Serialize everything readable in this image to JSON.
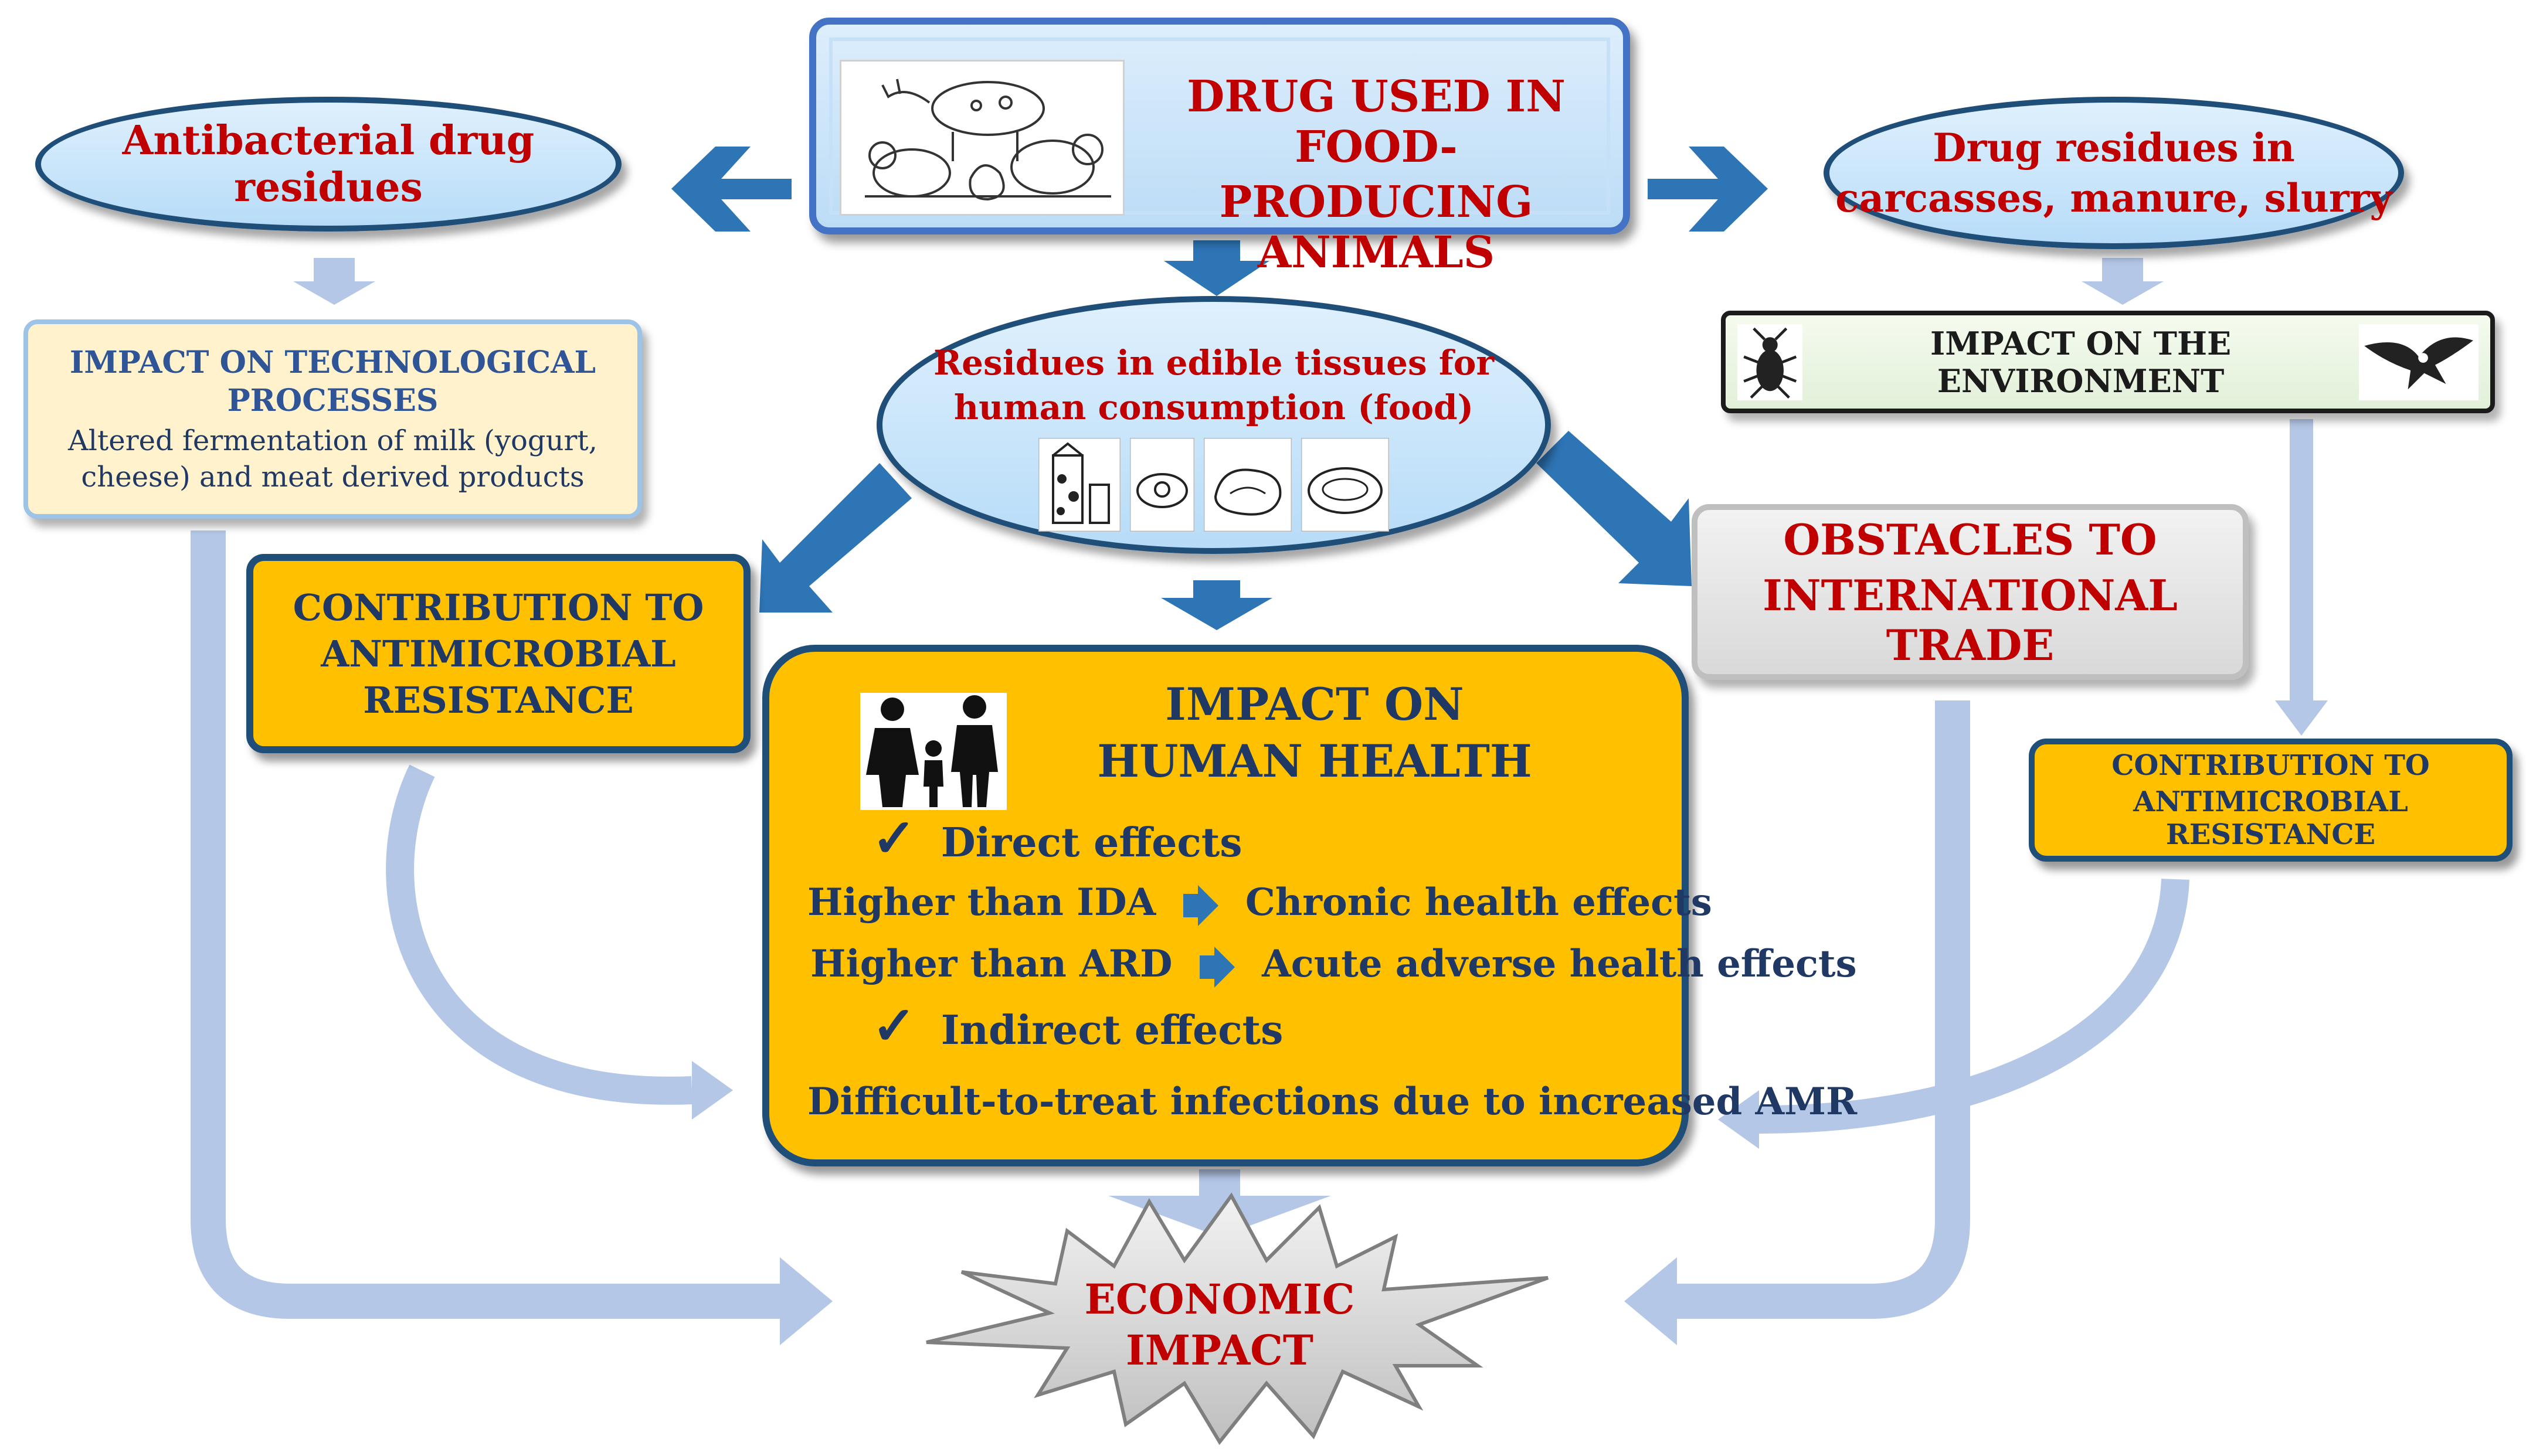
{
  "top": {
    "line1": "DRUG USED IN FOOD-",
    "line2": "PRODUCING ANIMALS"
  },
  "left_ellipse": "Antibacterial drug residues",
  "right_ellipse": {
    "line1": "Drug residues in",
    "line2": "carcasses, manure, slurry"
  },
  "center_ellipse": {
    "line1": "Residues in edible tissues for",
    "line2": "human consumption (food)"
  },
  "tech": {
    "title1": "IMPACT ON TECHNOLOGICAL",
    "title2": "PROCESSES",
    "body1": "Altered fermentation of milk (yogurt,",
    "body2": "cheese) and meat derived products"
  },
  "environment": "IMPACT ON THE ENVIRONMENT",
  "amr_left": {
    "line1": "CONTRIBUTION TO",
    "line2": "ANTIMICROBIAL",
    "line3": "RESISTANCE"
  },
  "trade": {
    "line1": "OBSTACLES TO",
    "line2": "INTERNATIONAL TRADE"
  },
  "amr_right": {
    "line1": "CONTRIBUTION TO",
    "line2": "ANTIMICROBIAL RESISTANCE"
  },
  "health": {
    "title1": "IMPACT ON",
    "title2": "HUMAN HEALTH",
    "direct": "Direct effects",
    "row1_left": "Higher than IDA",
    "row1_right": "Chronic health  effects",
    "row2_left": "Higher than ARD",
    "row2_right": "Acute adverse health  effects",
    "indirect": "Indirect effects",
    "amr_line": "Difficult-to-treat infections due to increased AMR",
    "check": "✓"
  },
  "economic": {
    "line1": "ECONOMIC",
    "line2": "IMPACT"
  },
  "icons": {
    "animals": "farm-animals-icon",
    "food": "food-items-icon",
    "family": "family-icon",
    "beetle": "beetle-icon",
    "bird": "eagle-icon"
  },
  "colors": {
    "dark_navy": "#1f4e79",
    "arrow_blue": "#2e75b6",
    "light_arrow": "#b4c7e7",
    "gold": "#ffc000",
    "red_text": "#c00000",
    "navy_text": "#1f3864"
  }
}
